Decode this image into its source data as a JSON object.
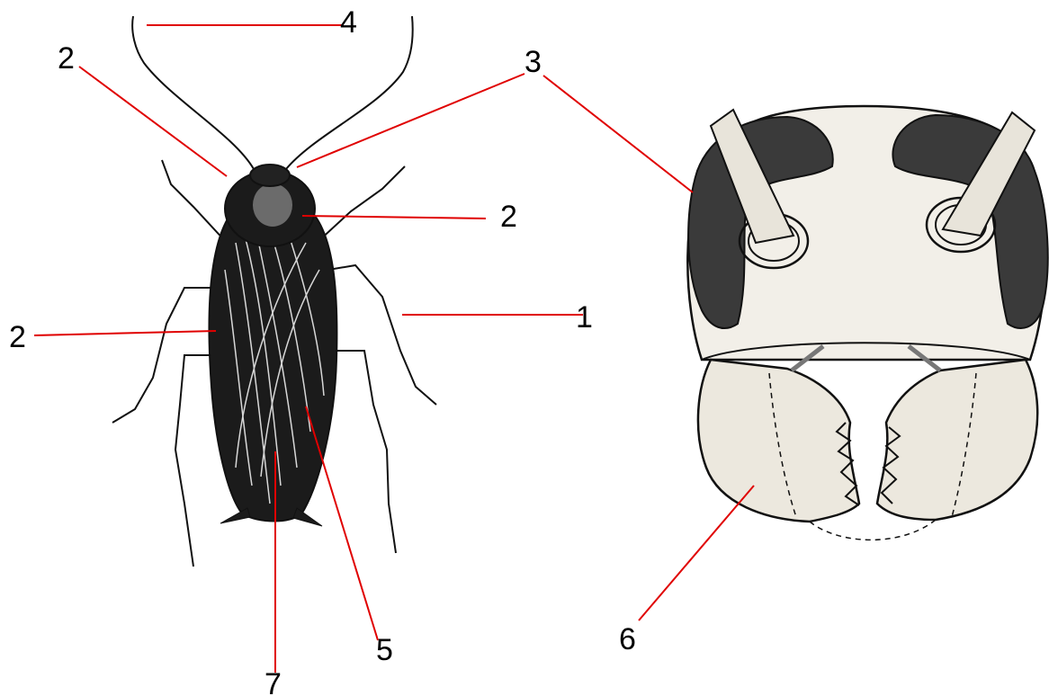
{
  "labels": [
    {
      "id": "label-4-antenna",
      "text": "4"
    },
    {
      "id": "label-2-top-left",
      "text": "2"
    },
    {
      "id": "label-3",
      "text": "3"
    },
    {
      "id": "label-2-head",
      "text": "2"
    },
    {
      "id": "label-1",
      "text": "1"
    },
    {
      "id": "label-2-left",
      "text": "2"
    },
    {
      "id": "label-5",
      "text": "5"
    },
    {
      "id": "label-7",
      "text": "7"
    },
    {
      "id": "label-6",
      "text": "6"
    }
  ],
  "colors": {
    "leader_line": "#e00000",
    "ink": "#1b1b1b",
    "head_fill": "#f2efe8",
    "eye_fill": "#3a3a3a"
  }
}
